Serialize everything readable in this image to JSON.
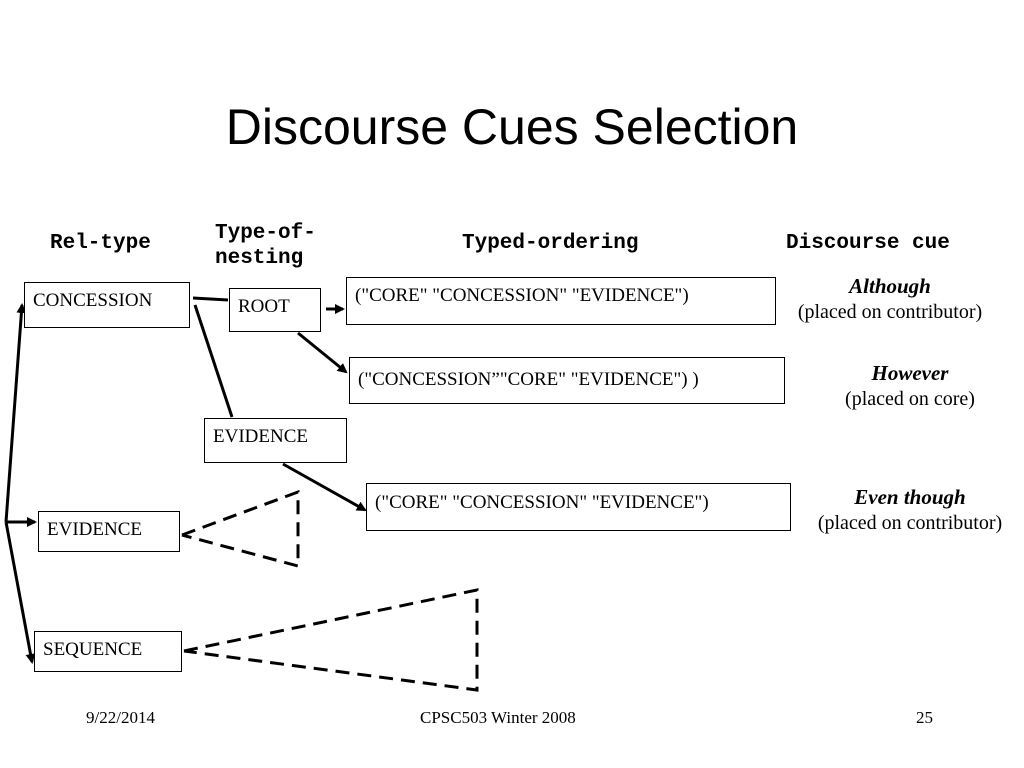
{
  "title": "Discourse Cues Selection",
  "headers": {
    "rel_type": "Rel-type",
    "type_of_nesting": "Type-of-\nnesting",
    "typed_ordering": "Typed-ordering",
    "discourse_cue": "Discourse cue"
  },
  "nodes": {
    "concession": "CONCESSION",
    "evidence_left": "EVIDENCE",
    "sequence": "SEQUENCE",
    "root": "ROOT",
    "evidence_nested": "EVIDENCE"
  },
  "orderings": [
    "(\"CORE\" \"CONCESSION\" \"EVIDENCE\")",
    "(\"CONCESSION”\"CORE\" \"EVIDENCE\")  )",
    "(\"CORE\" \"CONCESSION\" \"EVIDENCE\")"
  ],
  "cues": [
    {
      "word": "Although",
      "note": "(placed on contributor)"
    },
    {
      "word": "However",
      "note": "(placed on core)"
    },
    {
      "word": "Even though",
      "note": "(placed on contributor)"
    }
  ],
  "footer": {
    "date": "9/22/2014",
    "course": "CPSC503 Winter 2008",
    "page": "25"
  }
}
